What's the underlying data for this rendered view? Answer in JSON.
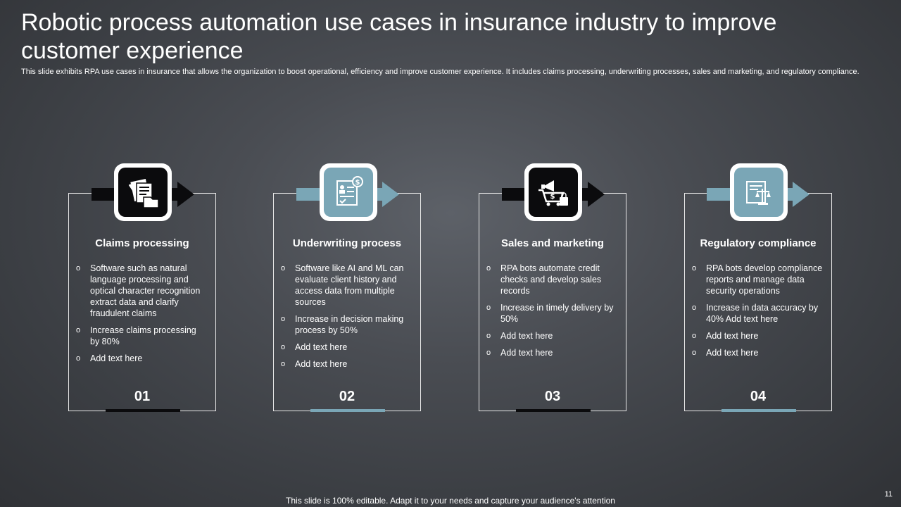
{
  "slide": {
    "title": "Robotic process automation use cases in insurance industry to improve customer experience",
    "subtitle": "This slide exhibits RPA use cases in insurance that allows the organization to boost operational, efficiency and improve customer experience. It includes claims processing, underwriting processes, sales and marketing, and regulatory compliance.",
    "footer": "This slide is 100% editable. Adapt it to your needs and capture your audience's attention",
    "page_number": "11"
  },
  "colors": {
    "dark": "#0b0b0d",
    "teal": "#7aa6b6",
    "white": "#ffffff"
  },
  "cards": [
    {
      "title": "Claims processing",
      "number": "01",
      "accent": "#0b0b0d",
      "icon": "claim-documents-icon",
      "bullets": [
        "Software such as natural language processing and optical character recognition extract data and clarify fraudulent claims",
        "Increase claims processing by 80%",
        "Add text here"
      ]
    },
    {
      "title": "Underwriting process",
      "number": "02",
      "accent": "#7aa6b6",
      "icon": "underwriting-document-icon",
      "bullets": [
        "Software like AI and ML can evaluate client history and access data from multiple sources",
        "Increase in decision making process by 50%",
        "Add text here",
        "Add text here"
      ]
    },
    {
      "title": "Sales and marketing",
      "number": "03",
      "accent": "#0b0b0d",
      "icon": "marketing-cart-icon",
      "bullets": [
        "RPA bots automate credit checks and develop sales records",
        "Increase in timely delivery by 50%",
        "Add text here",
        "Add text here"
      ]
    },
    {
      "title": "Regulatory compliance",
      "number": "04",
      "accent": "#7aa6b6",
      "icon": "compliance-scale-icon",
      "bullets": [
        "RPA bots develop compliance reports and manage data security operations",
        "Increase in data accuracy by 40% Add text here",
        "Add text here",
        "Add text here"
      ]
    }
  ]
}
